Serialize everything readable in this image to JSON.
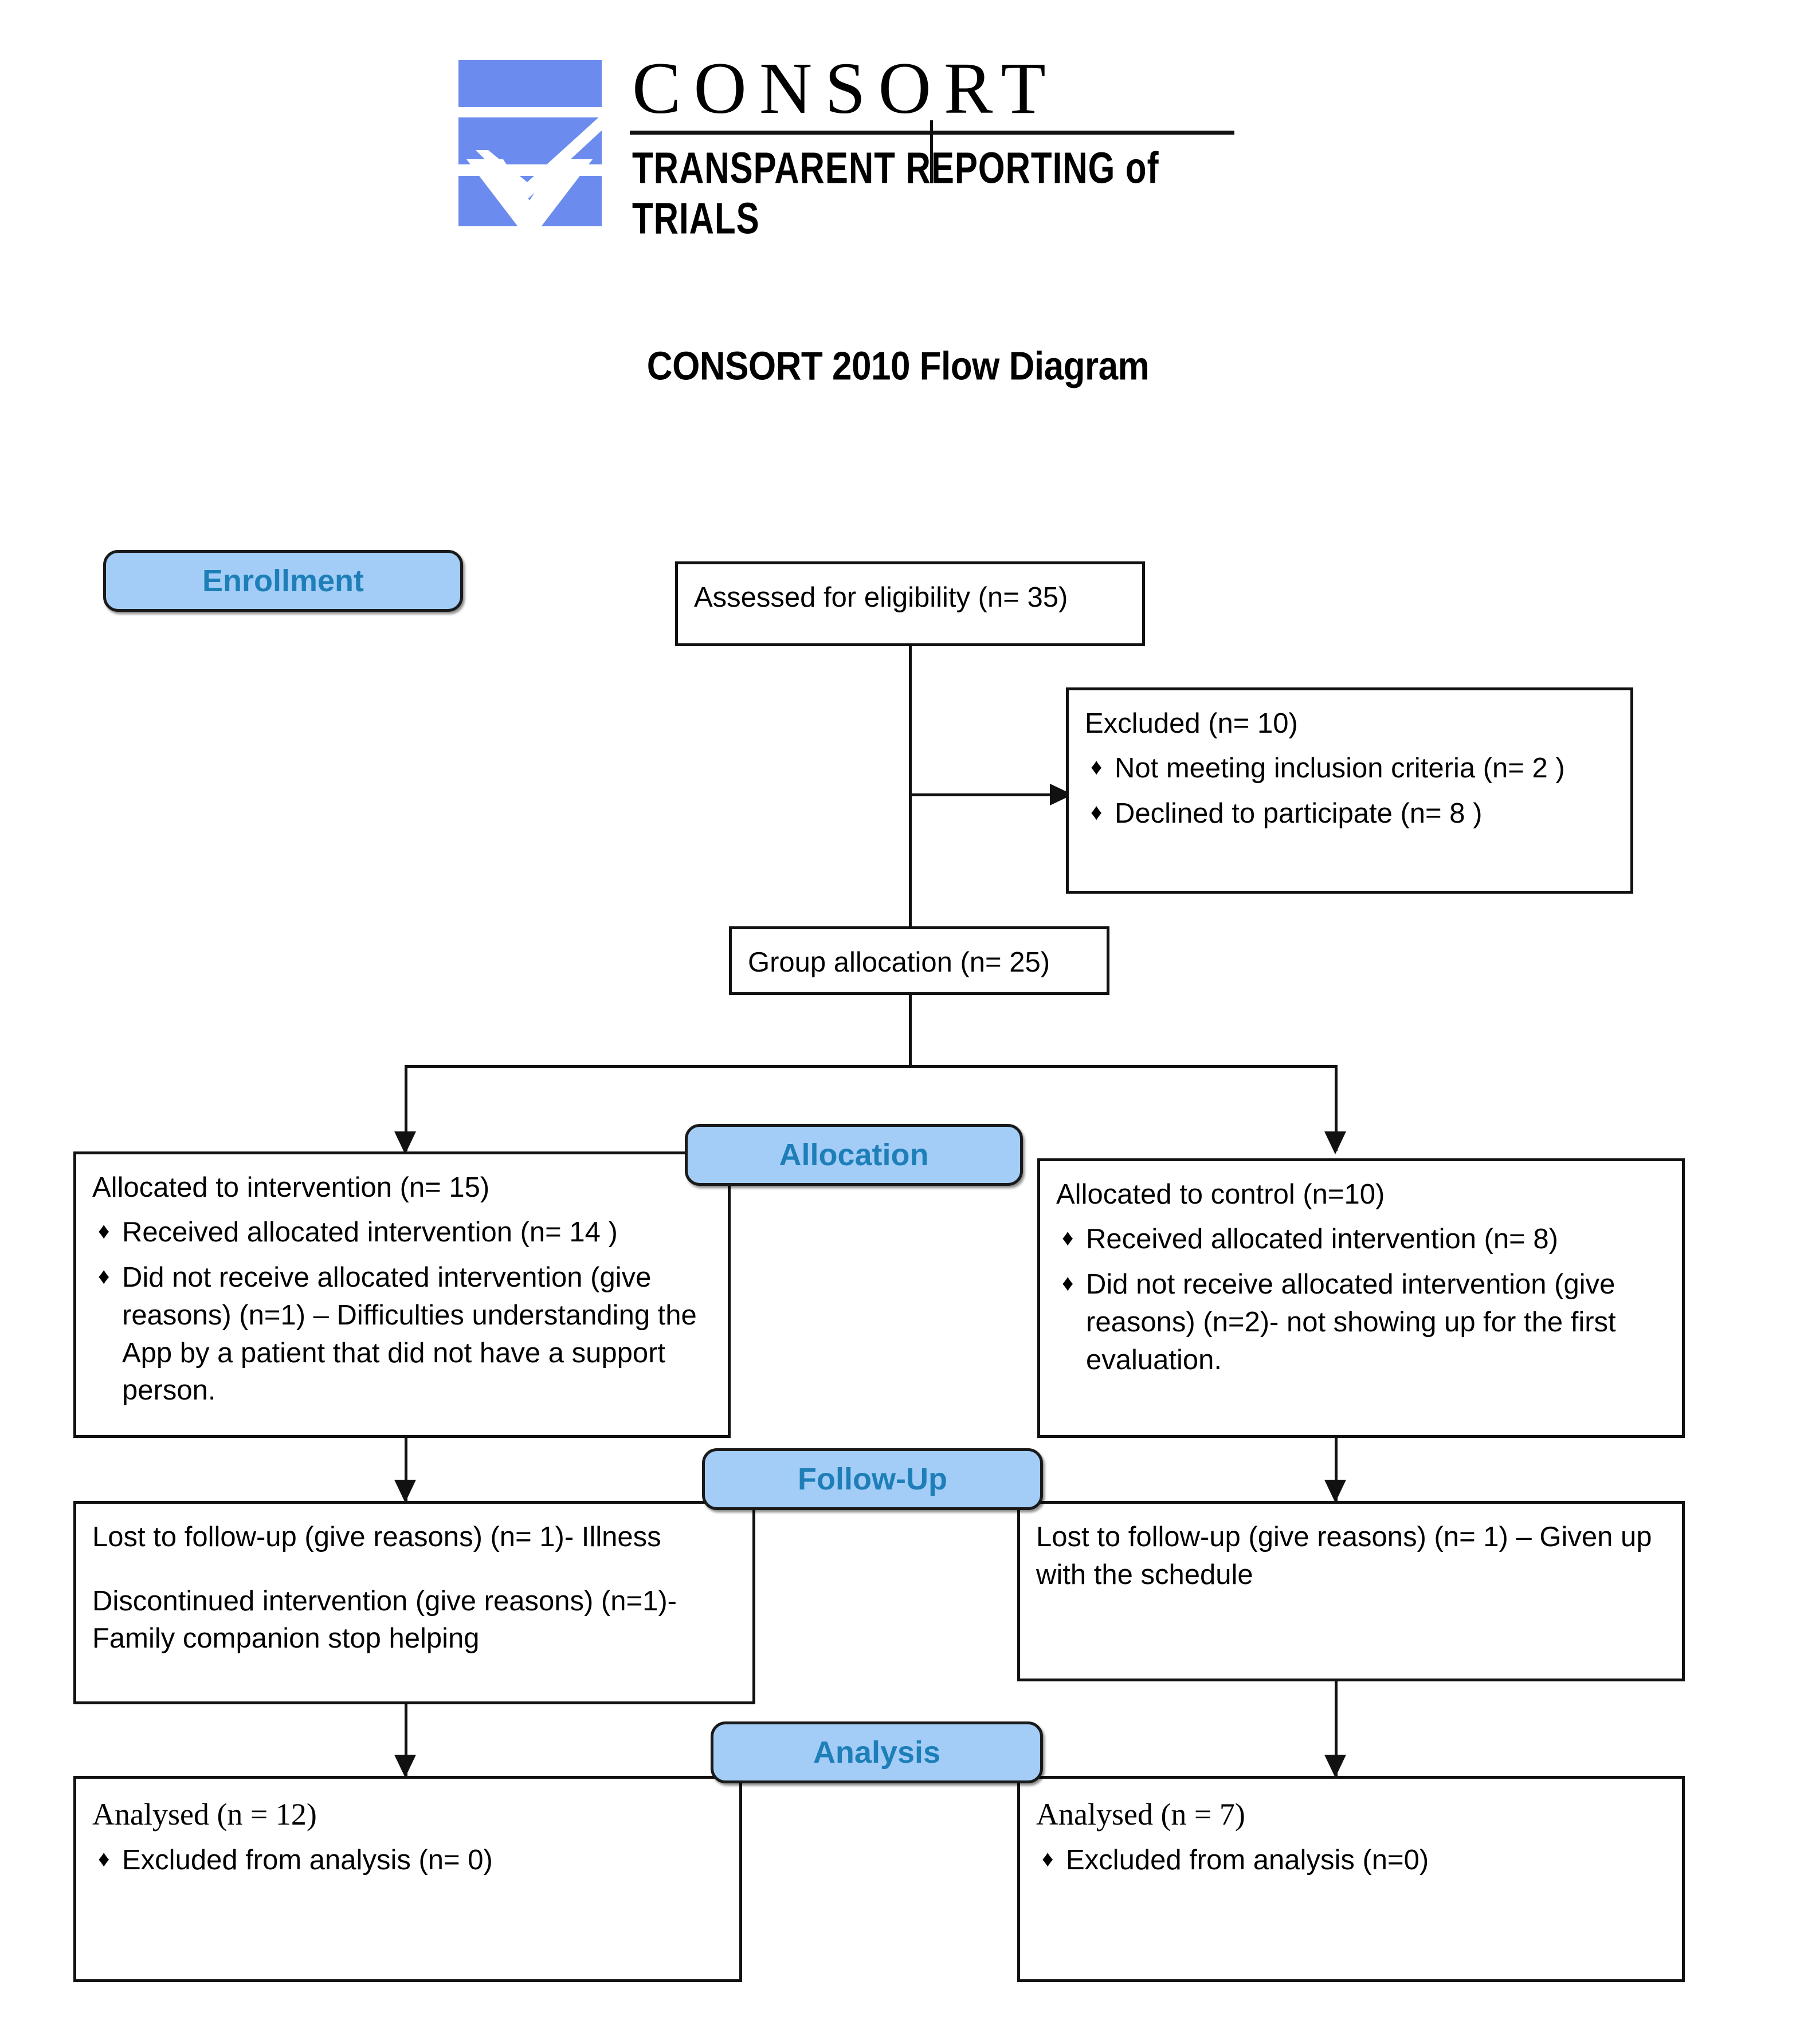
{
  "logo": {
    "wordmark": "CONSORT",
    "tagline": "TRANSPARENT REPORTING of TRIALS",
    "mark_color": "#6B8CEE"
  },
  "diagram": {
    "title": "CONSORT 2010 Flow Diagram",
    "badge_fill": "#A3CDF7",
    "badge_text_color": "#1E7FB8",
    "stages": {
      "enrollment": "Enrollment",
      "allocation": "Allocation",
      "follow_up": "Follow-Up",
      "analysis": "Analysis"
    },
    "boxes": {
      "assessed": {
        "header": "Assessed for eligibility (n= 35)"
      },
      "excluded": {
        "header": "Excluded (n= 10)",
        "items": [
          "Not meeting inclusion criteria (n= 2 )",
          "Declined to participate (n= 8 )"
        ]
      },
      "group_allocation": {
        "header": "Group allocation (n= 25)"
      },
      "alloc_intervention": {
        "header": "Allocated to intervention (n= 15)",
        "items": [
          "Received allocated intervention (n= 14 )",
          "Did not receive allocated intervention (give reasons) (n=1) – Difficulties understanding the App by a patient that did not have a support person."
        ]
      },
      "alloc_control": {
        "header": "Allocated to control (n=10)",
        "items": [
          "Received allocated intervention (n= 8)",
          "Did not receive allocated intervention (give reasons) (n=2)- not showing up for the first evaluation."
        ]
      },
      "followup_intervention": {
        "line1": "Lost to follow-up (give reasons) (n= 1)- Illness",
        "line2": "Discontinued intervention (give reasons) (n=1)- Family companion stop helping"
      },
      "followup_control": {
        "line1": "Lost to follow-up (give reasons) (n= 1) – Given up with the schedule"
      },
      "analysed_intervention": {
        "header": "Analysed (n = 12)",
        "items": [
          "Excluded from analysis (n= 0)"
        ]
      },
      "analysed_control": {
        "header": "Analysed (n = 7)",
        "items": [
          "Excluded from analysis (n=0)"
        ]
      }
    },
    "bullet_glyph": "♦"
  }
}
